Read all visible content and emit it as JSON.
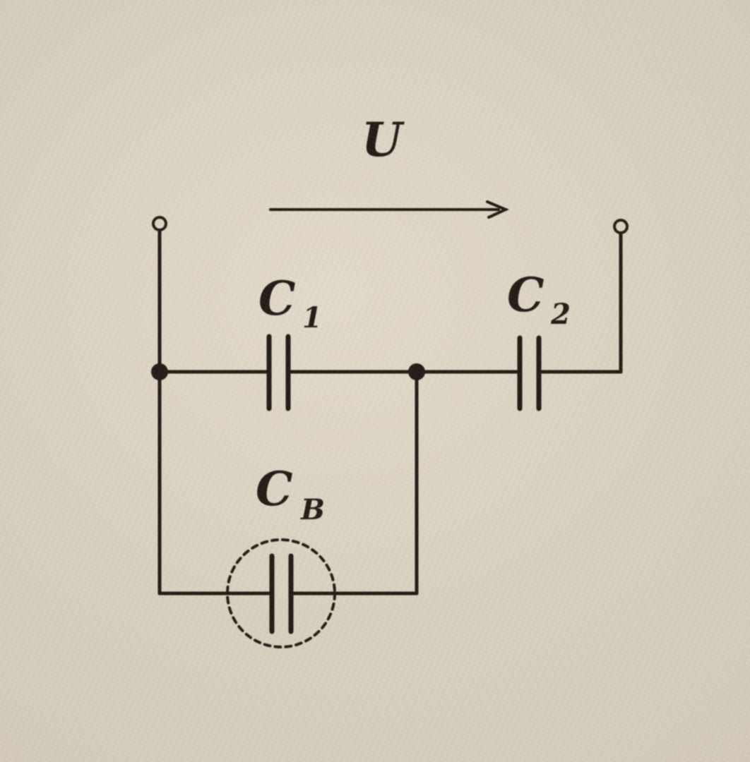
{
  "labels": {
    "voltage": "U",
    "c1": {
      "base": "C",
      "sub": "1"
    },
    "c2": {
      "base": "C",
      "sub": "2"
    },
    "cb": {
      "base": "C",
      "sub": "B"
    }
  },
  "colors": {
    "paper": "#d5ccbb",
    "ink": "#241d15"
  }
}
